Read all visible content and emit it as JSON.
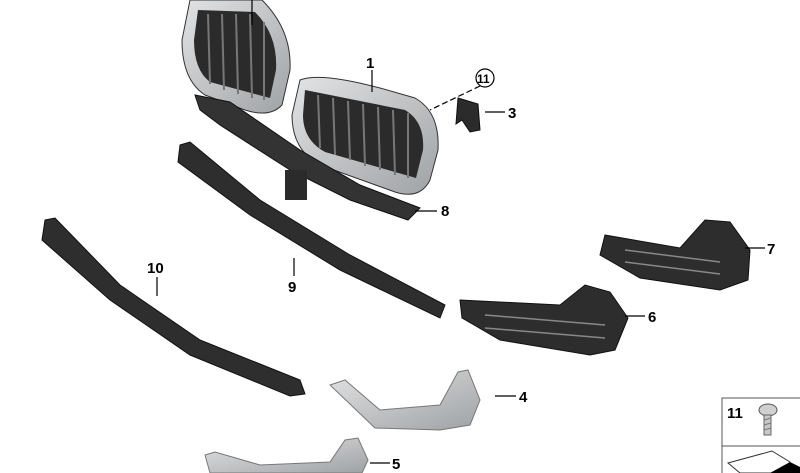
{
  "diagram": {
    "callouts": [
      {
        "id": "1",
        "text": "1"
      },
      {
        "id": "3",
        "text": "3"
      },
      {
        "id": "4",
        "text": "4"
      },
      {
        "id": "5",
        "text": "5"
      },
      {
        "id": "6",
        "text": "6"
      },
      {
        "id": "7",
        "text": "7"
      },
      {
        "id": "8",
        "text": "8"
      },
      {
        "id": "9",
        "text": "9"
      },
      {
        "id": "10",
        "text": "10"
      },
      {
        "id": "11",
        "text": "11"
      }
    ],
    "legend_box": {
      "part_number": "11",
      "icon": "screw-icon"
    },
    "colors": {
      "part_dark": "#2b2b2b",
      "part_silver": "#c4c6c8",
      "line": "#000000"
    }
  }
}
